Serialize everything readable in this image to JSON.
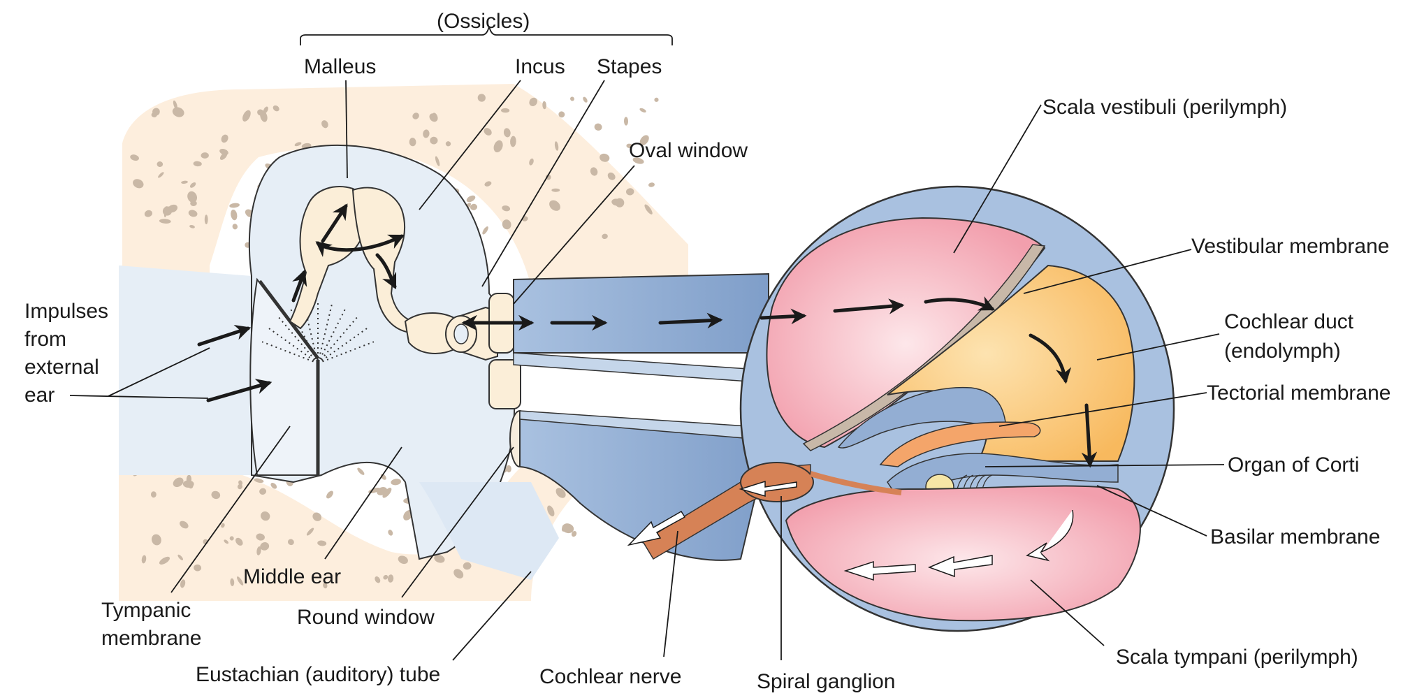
{
  "labels": {
    "ossicles": "(Ossicles)",
    "malleus": "Malleus",
    "incus": "Incus",
    "stapes": "Stapes",
    "oval_window": "Oval window",
    "impulses_1": "Impulses",
    "impulses_2": "from",
    "impulses_3": "external",
    "impulses_4": "ear",
    "tympanic_1": "Tympanic",
    "tympanic_2": "membrane",
    "middle_ear": "Middle ear",
    "round_window": "Round window",
    "eustachian_tube": "Eustachian (auditory) tube",
    "cochlear_nerve": "Cochlear nerve",
    "spiral_ganglion": "Spiral ganglion",
    "scala_vestibuli": "Scala vestibuli (perilymph)",
    "vestibular_membrane": "Vestibular membrane",
    "cochlear_duct_1": "Cochlear duct",
    "cochlear_duct_2": "(endolymph)",
    "tectorial_membrane": "Tectorial membrane",
    "organ_of_corti": "Organ of Corti",
    "basilar_membrane": "Basilar membrane",
    "scala_tympani": "Scala tympani (perilymph)"
  },
  "colors": {
    "bone": "#fdeedd",
    "bone_speck": "#c9b8a6",
    "middle_ear_air": "#e6eef6",
    "canal_blue": "#93aed3",
    "canal_wall": "#c5d6ea",
    "scala_pink": "#f4a8b4",
    "scala_pink_light": "#fbe0e4",
    "duct_yellow": "#fbc573",
    "tectorial_orange": "#f4a56a",
    "ossicle": "#fbeed8",
    "nerve": "#d68256"
  }
}
